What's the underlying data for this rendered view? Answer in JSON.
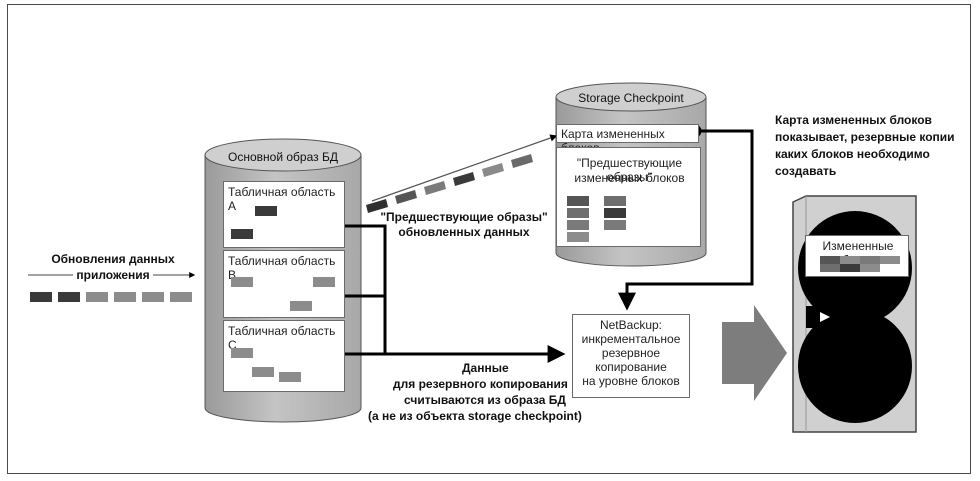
{
  "app_updates": {
    "line1": "Обновления данных",
    "line2": "приложения"
  },
  "main_db": {
    "title": "Основной образ БД",
    "areas": [
      {
        "label": "Табличная область A"
      },
      {
        "label": "Табличная область B"
      },
      {
        "label": "Табличная область C"
      }
    ]
  },
  "checkpoint": {
    "title": "Storage Checkpoint",
    "map_label": "Карта измененных блоков",
    "prior_line1": "\"Предшествующие образы\"",
    "prior_line2": "измененных блоков"
  },
  "prior_images_note": {
    "line1": "\"Предшествующие образы\"",
    "line2": "обновленных данных"
  },
  "map_note": {
    "line1": "Карта измененных блоков",
    "line2": "показывает, резервные копии",
    "line3": "каких блоков необходимо",
    "line4": "создавать"
  },
  "netbackup": {
    "line1": "NetBackup:",
    "line2": "инкрементальное",
    "line3": "резервное",
    "line4": "копирование",
    "line5": "на уровне блоков"
  },
  "backup_note": {
    "line1": "Данные",
    "line2": "для резервного копирования",
    "line3": "считываются из образа БД",
    "line4": "(а не из объекта storage checkpoint)"
  },
  "tape": {
    "label": "Измененные блоки"
  },
  "colors": {
    "dark_block": "#3a3a3a",
    "mid_block": "#6e6e6e",
    "light_block": "#8c8c8c",
    "cylinder": "#b5b5b5",
    "arrow": "#000000",
    "big_arrow": "#7d7d7d",
    "tape_body": "#d0d0d0"
  }
}
